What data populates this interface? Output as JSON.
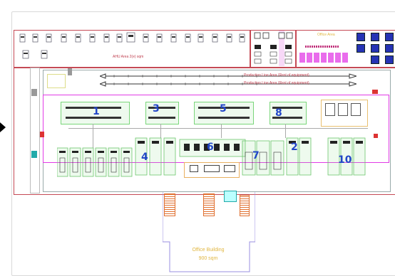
{
  "arrow": {
    "icon": "arrow-right-icon"
  },
  "rooms": {
    "ahu_label": "AHU Area 2(e) sqm",
    "office_room_label": "Office Area",
    "office_building_line1": "Office Building",
    "office_building_line2": "900 sqm"
  },
  "process_lines": {
    "top_line1_label": "Production Line Area (Rest of equipment)",
    "top_line2_label": "Production Line Area (Rest of equipment)"
  },
  "area_numbers": [
    "1",
    "3",
    "5",
    "8",
    "4",
    "6",
    "7",
    "2",
    "10"
  ],
  "colors": {
    "wall": "#c54a55",
    "magenta": "#e23be6",
    "equipment_green": "#7ad67a",
    "area_number_blue": "#2246c8",
    "office_text": "#e0b640",
    "column_blue": "#2633b5",
    "stairs_orange": "#e07030"
  }
}
